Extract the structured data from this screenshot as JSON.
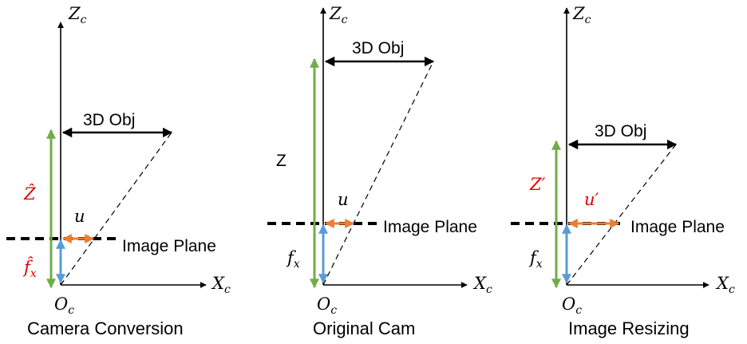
{
  "colors": {
    "axis": "#000000",
    "green": "#70ad47",
    "blue": "#5b9bd5",
    "orange": "#ed7d31",
    "red_label": "#e00000"
  },
  "panels": [
    {
      "caption": "Camera Conversion",
      "axis_z": "Z",
      "axis_z_sub": "c",
      "axis_x": "X",
      "axis_x_sub": "c",
      "origin": "O",
      "origin_sub": "c",
      "obj_label": "3D Obj",
      "plane_label": "Image Plane",
      "depth_label": "Ẑ",
      "u_label": "u",
      "f_label": "f̂",
      "f_sub": "x"
    },
    {
      "caption": "Original Cam",
      "axis_z": "Z",
      "axis_z_sub": "c",
      "axis_x": "X",
      "axis_x_sub": "c",
      "origin": "O",
      "origin_sub": "c",
      "obj_label": "3D Obj",
      "plane_label": "Image Plane",
      "depth_label": "Z",
      "u_label": "u",
      "f_label": "f",
      "f_sub": "x"
    },
    {
      "caption": "Image Resizing",
      "axis_z": "Z",
      "axis_z_sub": "c",
      "axis_x": "X",
      "axis_x_sub": "c",
      "origin": "O",
      "origin_sub": "c",
      "obj_label": "3D Obj",
      "plane_label": "Image Plane",
      "depth_label": "Z′",
      "u_label": "u′",
      "f_label": "f",
      "f_sub": "x"
    }
  ]
}
